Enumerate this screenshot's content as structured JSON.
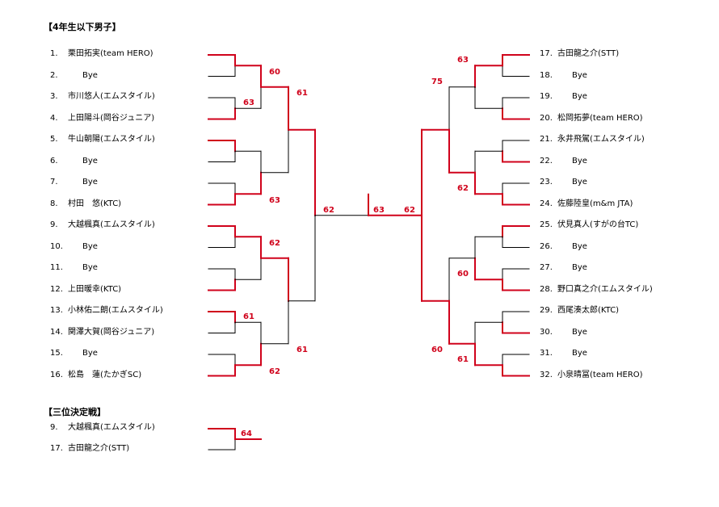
{
  "title": "【4年生以下男子】",
  "third_place_title": "【三位決定戦】",
  "colors": {
    "win": "#d0021b",
    "lose": "#000000"
  },
  "left_players": [
    {
      "no": "1.",
      "name": "栗田拓実(team HERO)"
    },
    {
      "no": "2.",
      "name": "Bye"
    },
    {
      "no": "3.",
      "name": "市川悠人(エムスタイル)"
    },
    {
      "no": "4.",
      "name": "上田陽斗(岡谷ジュニア)"
    },
    {
      "no": "5.",
      "name": "牛山朝陽(エムスタイル)"
    },
    {
      "no": "6.",
      "name": "Bye"
    },
    {
      "no": "7.",
      "name": "Bye"
    },
    {
      "no": "8.",
      "name": "村田　悠(KTC)"
    },
    {
      "no": "9.",
      "name": "大越楓真(エムスタイル)"
    },
    {
      "no": "10.",
      "name": "Bye"
    },
    {
      "no": "11.",
      "name": "Bye"
    },
    {
      "no": "12.",
      "name": "上田暖幸(KTC)"
    },
    {
      "no": "13.",
      "name": "小林佑二朗(エムスタイル)"
    },
    {
      "no": "14.",
      "name": "関澤大賀(岡谷ジュニア)"
    },
    {
      "no": "15.",
      "name": "Bye"
    },
    {
      "no": "16.",
      "name": "松島　蓮(たかぎSC)"
    }
  ],
  "right_players": [
    {
      "no": "17.",
      "name": "古田龍之介(STT)"
    },
    {
      "no": "18.",
      "name": "Bye"
    },
    {
      "no": "19.",
      "name": "Bye"
    },
    {
      "no": "20.",
      "name": "松岡拓夢(team HERO)"
    },
    {
      "no": "21.",
      "name": "永井飛駕(エムスタイル)"
    },
    {
      "no": "22.",
      "name": "Bye"
    },
    {
      "no": "23.",
      "name": "Bye"
    },
    {
      "no": "24.",
      "name": "佐藤陸皇(m&m JTA)"
    },
    {
      "no": "25.",
      "name": "伏見真人(すがの台TC)"
    },
    {
      "no": "26.",
      "name": "Bye"
    },
    {
      "no": "27.",
      "name": "Bye"
    },
    {
      "no": "28.",
      "name": "野口真之介(エムスタイル)"
    },
    {
      "no": "29.",
      "name": "西尾湊太郎(KTC)"
    },
    {
      "no": "30.",
      "name": "Bye"
    },
    {
      "no": "31.",
      "name": "Bye"
    },
    {
      "no": "32.",
      "name": "小泉晴冨(team HERO)"
    }
  ],
  "left_r1_winners": [
    0,
    1,
    0,
    1,
    0,
    1,
    0,
    1
  ],
  "left_r2": {
    "winners": [
      0,
      1,
      0,
      1
    ],
    "scores": [
      "60",
      "63",
      "62",
      "62"
    ]
  },
  "left_r1_scores": [
    "",
    "63",
    "",
    "",
    "",
    "",
    "61",
    ""
  ],
  "left_r3": {
    "winners": [
      0,
      0
    ],
    "scores": [
      "61",
      "61"
    ]
  },
  "left_final_score": "62",
  "right_r1_winners": [
    0,
    1,
    1,
    1,
    0,
    1,
    1,
    1
  ],
  "right_r2": {
    "winners": [
      0,
      1,
      1,
      1
    ],
    "scores": [
      "63",
      "62",
      "60",
      "61"
    ]
  },
  "right_r3": {
    "winners": [
      1,
      1
    ],
    "scores": [
      "75",
      "60"
    ]
  },
  "right_final_score": "62",
  "final_score": "63",
  "third_place": {
    "players": [
      {
        "no": "9.",
        "name": "大越楓真(エムスタイル)"
      },
      {
        "no": "17.",
        "name": "古田龍之介(STT)"
      }
    ],
    "winner": 0,
    "score": "64"
  }
}
